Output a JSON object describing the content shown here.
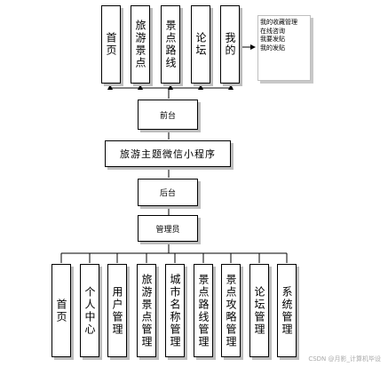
{
  "top_nodes": [
    "首页",
    "旅游景点",
    "景点路线",
    "论坛",
    "我的"
  ],
  "my_submenu": [
    "我的收藏管理",
    "在线咨询",
    "我要发贴",
    "我的发贴"
  ],
  "frontend": "前台",
  "app_title": "旅游主题微信小程序",
  "backend": "后台",
  "admin": "管理员",
  "bottom_nodes": [
    "首页",
    "个人中心",
    "用户管理",
    "旅游景点管理",
    "城市名称管理",
    "景点路线管理",
    "景点攻略管理",
    "论坛管理",
    "系统管理"
  ],
  "watermark": "CSDN @月影_计算机毕设"
}
